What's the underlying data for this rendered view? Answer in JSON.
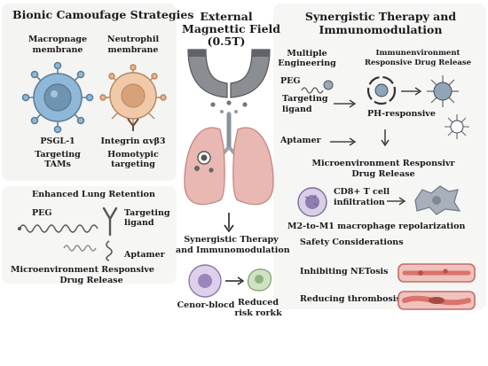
{
  "left": {
    "title": "Bionic Camoufage Strategies",
    "macrophage": {
      "label_line1": "Macropnage",
      "label_line2": "membrane",
      "marker": "PSGL-1",
      "target_line1": "Targeting",
      "target_line2": "TAMs"
    },
    "neutrophil": {
      "label_line1": "Neutrophil",
      "label_line2": "membrane",
      "marker": "Integrin αvβ3",
      "target_line1": "Homotypic",
      "target_line2": "targeting"
    },
    "retention": {
      "title": "Enhanced Lung Retention",
      "peg": "PEG",
      "ligand_line1": "Targeting",
      "ligand_line2": "ligand",
      "aptamer": "Aptamer"
    },
    "release_line1": "Microenvironment Responsive",
    "release_line2": "Drug Release"
  },
  "center": {
    "title_line1": "External",
    "title_line2": "Magnettic Field",
    "title_line3": "(0.5T)",
    "synergy_line1": "Synergistic Therapy",
    "synergy_line2": "and Immunomodulation",
    "cell_label": "Cenor-blocd",
    "result_line1": "Reduced",
    "result_line2": "risk rorkk"
  },
  "right": {
    "title_line1": "Synergistic Therapy and",
    "title_line2": "Immunomodulation",
    "multiple_line1": "Multiple",
    "multiple_line2": "Engineering",
    "immune_line1": "Immunenvironment",
    "immune_line2": "Responsive Drug Release",
    "peg": "PEG",
    "ligand_line1": "Targeting",
    "ligand_line2": "ligand",
    "ph": "PH-responsive",
    "aptamer": "Aptamer",
    "micro_line1": "Microenvironment Responsivr",
    "micro_line2": "Drug Release",
    "cd8_line1": "CD8+ T cell",
    "cd8_line2": "infiltration",
    "m2m1": "M2-to-M1 macrophage repolarization",
    "safety": "Safety Considerations",
    "netosis": "Inhibiting NETosis",
    "thrombosis": "Reducing thrombosis risk"
  },
  "colors": {
    "macrophage": "#8fb8d8",
    "neutrophil": "#e8b48f",
    "lung": "#e9b8b3",
    "magnet": "#8a8d92",
    "vessel": "#d9736b"
  }
}
